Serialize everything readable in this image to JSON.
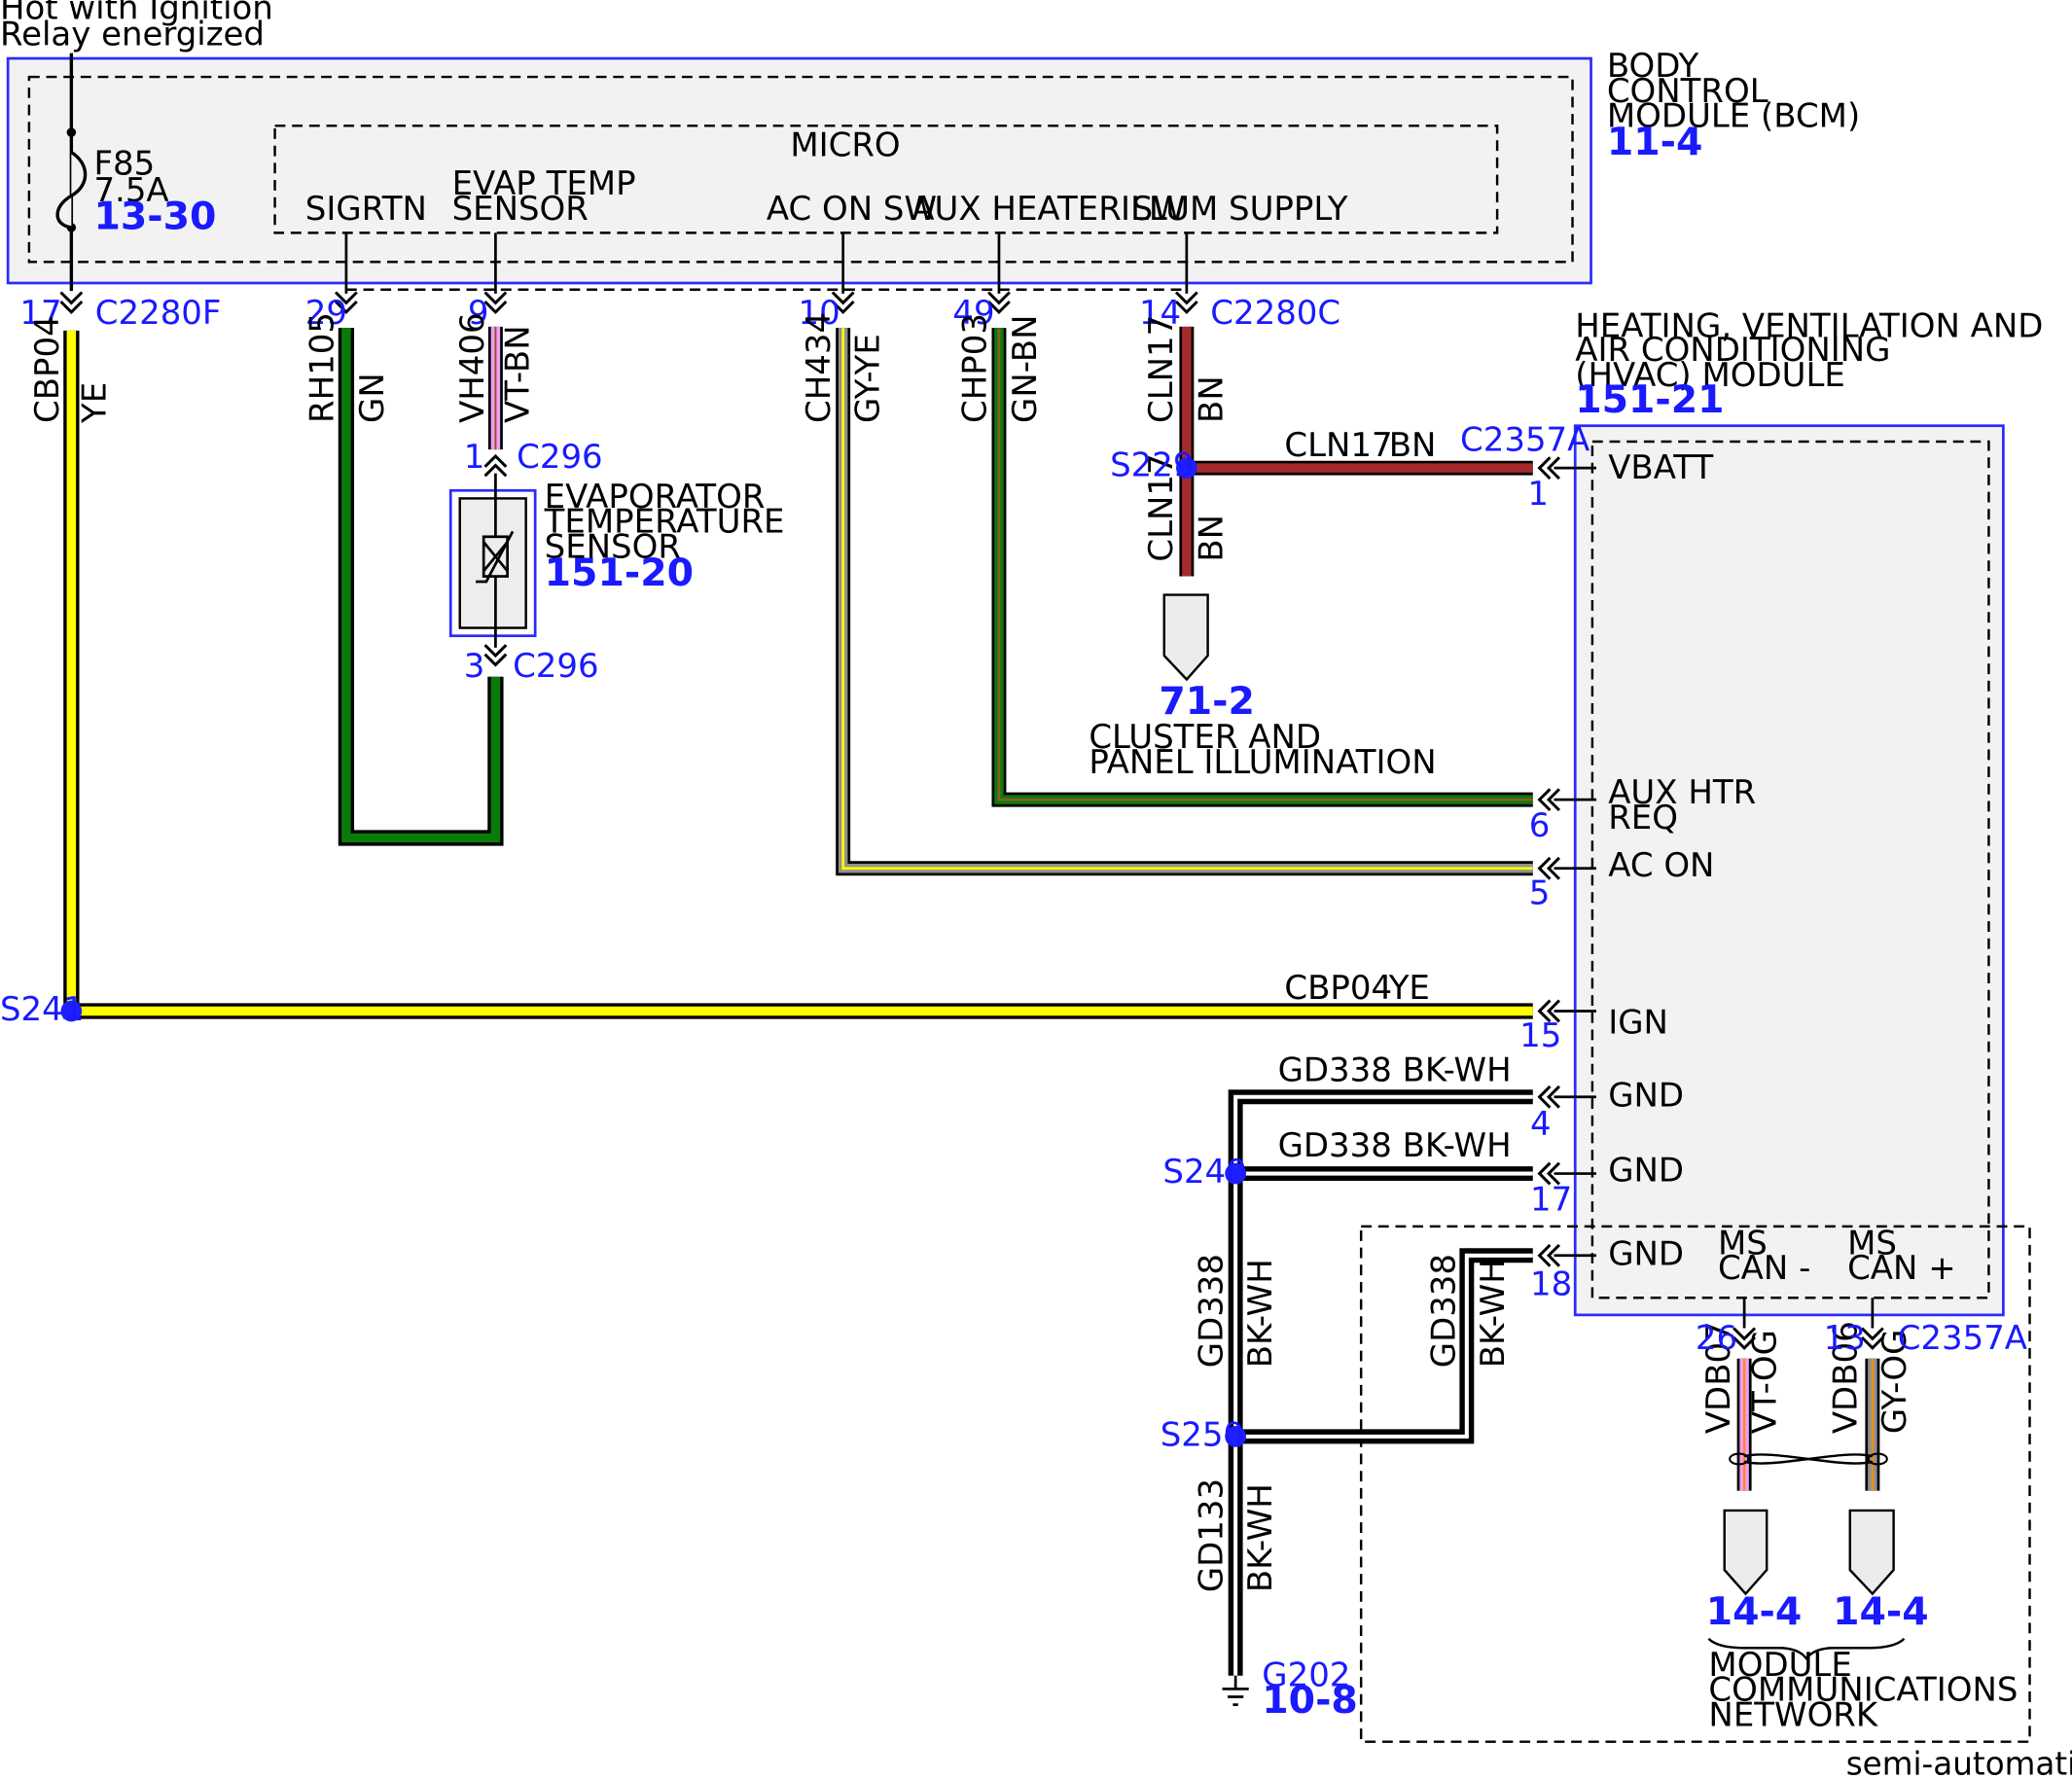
{
  "power_source": {
    "line1": "Hot with Ignition",
    "line2": "Relay energized"
  },
  "bcm": {
    "title": [
      "BODY",
      "CONTROL",
      "MODULE (BCM)"
    ],
    "ref": "11-4",
    "micro": "MICRO",
    "fuse": {
      "name": "F85",
      "rating": "7.5A",
      "ref": "13-30"
    },
    "pins": [
      {
        "label": "SIGRTN"
      },
      {
        "label_line1": "EVAP TEMP",
        "label_line2": "SENSOR"
      },
      {
        "label": "AC ON SW"
      },
      {
        "label": "AUX HEATER SW"
      },
      {
        "label": "ILLUM SUPPLY"
      }
    ],
    "connectors": [
      {
        "pin": "17",
        "connector": "C2280F"
      },
      {
        "pin": "29"
      },
      {
        "pin": "9"
      },
      {
        "pin": "10"
      },
      {
        "pin": "49"
      },
      {
        "pin": "14",
        "connector": "C2280C"
      }
    ]
  },
  "wires": {
    "cbp04": {
      "circuit": "CBP04",
      "color": "YE"
    },
    "rh105": {
      "circuit": "RH105",
      "color": "GN"
    },
    "vh406": {
      "circuit": "VH406",
      "color": "VT-BN"
    },
    "ch434": {
      "circuit": "CH434",
      "color": "GY-YE"
    },
    "chp03": {
      "circuit": "CHP03",
      "color": "GN-BN"
    },
    "cln17": {
      "circuit": "CLN17",
      "color": "BN"
    },
    "gd338": {
      "circuit": "GD338",
      "color": "BK-WH",
      "full": "GD338 BK-WH"
    },
    "gd133": {
      "circuit": "GD133",
      "color": "BK-WH"
    },
    "vdb07": {
      "circuit": "VDB07",
      "color": "VT-OG"
    },
    "vdb06": {
      "circuit": "VDB06",
      "color": "GY-OG"
    }
  },
  "sensor": {
    "name": [
      "EVAPORATOR",
      "TEMPERATURE",
      "SENSOR"
    ],
    "ref": "151-20",
    "connector": "C296",
    "pin_top": "1",
    "pin_bottom": "3"
  },
  "splices": {
    "s241": "S241",
    "s229": "S229",
    "s240": "S240",
    "s250": "S250"
  },
  "cluster": {
    "ref": "71-2",
    "label": [
      "CLUSTER AND",
      "PANEL ILLUMINATION"
    ]
  },
  "hvac": {
    "title": [
      "HEATING, VENTILATION AND",
      "AIR CONDITIONING",
      "(HVAC) MODULE"
    ],
    "ref": "151-21",
    "connector": "C2357A",
    "pins": [
      {
        "label": "VBATT",
        "pin": "1"
      },
      {
        "label": "AUX HTR",
        "label_line2": "REQ",
        "pin": "6"
      },
      {
        "label": "AC ON",
        "pin": "5"
      },
      {
        "label": "IGN",
        "pin": "15"
      },
      {
        "label": "GND",
        "pin": "4"
      },
      {
        "label": "GND",
        "pin": "17"
      },
      {
        "label": "GND",
        "pin": "18"
      },
      {
        "label": "MS",
        "label_line2": "CAN -",
        "pin": "26"
      },
      {
        "label": "MS",
        "label_line2": "CAN +",
        "pin": "13"
      }
    ]
  },
  "network": {
    "ref_left": "14-4",
    "ref_right": "14-4",
    "label": [
      "MODULE",
      "COMMUNICATIONS",
      "NETWORK"
    ]
  },
  "ground": {
    "name": "G202",
    "ref": "10-8"
  },
  "footnote": "semi-automatic A/C",
  "colors": {
    "module_border": "#2b2bff",
    "reference_text": "#1a1aff",
    "wire_yellow": "#ffff00",
    "wire_green": "#0a7a0a",
    "wire_brown": "#a52a2a",
    "wire_violet": "#f29cf2",
    "wire_gray": "#909090",
    "wire_black": "#000000",
    "splice_dot": "#1f1fff"
  }
}
